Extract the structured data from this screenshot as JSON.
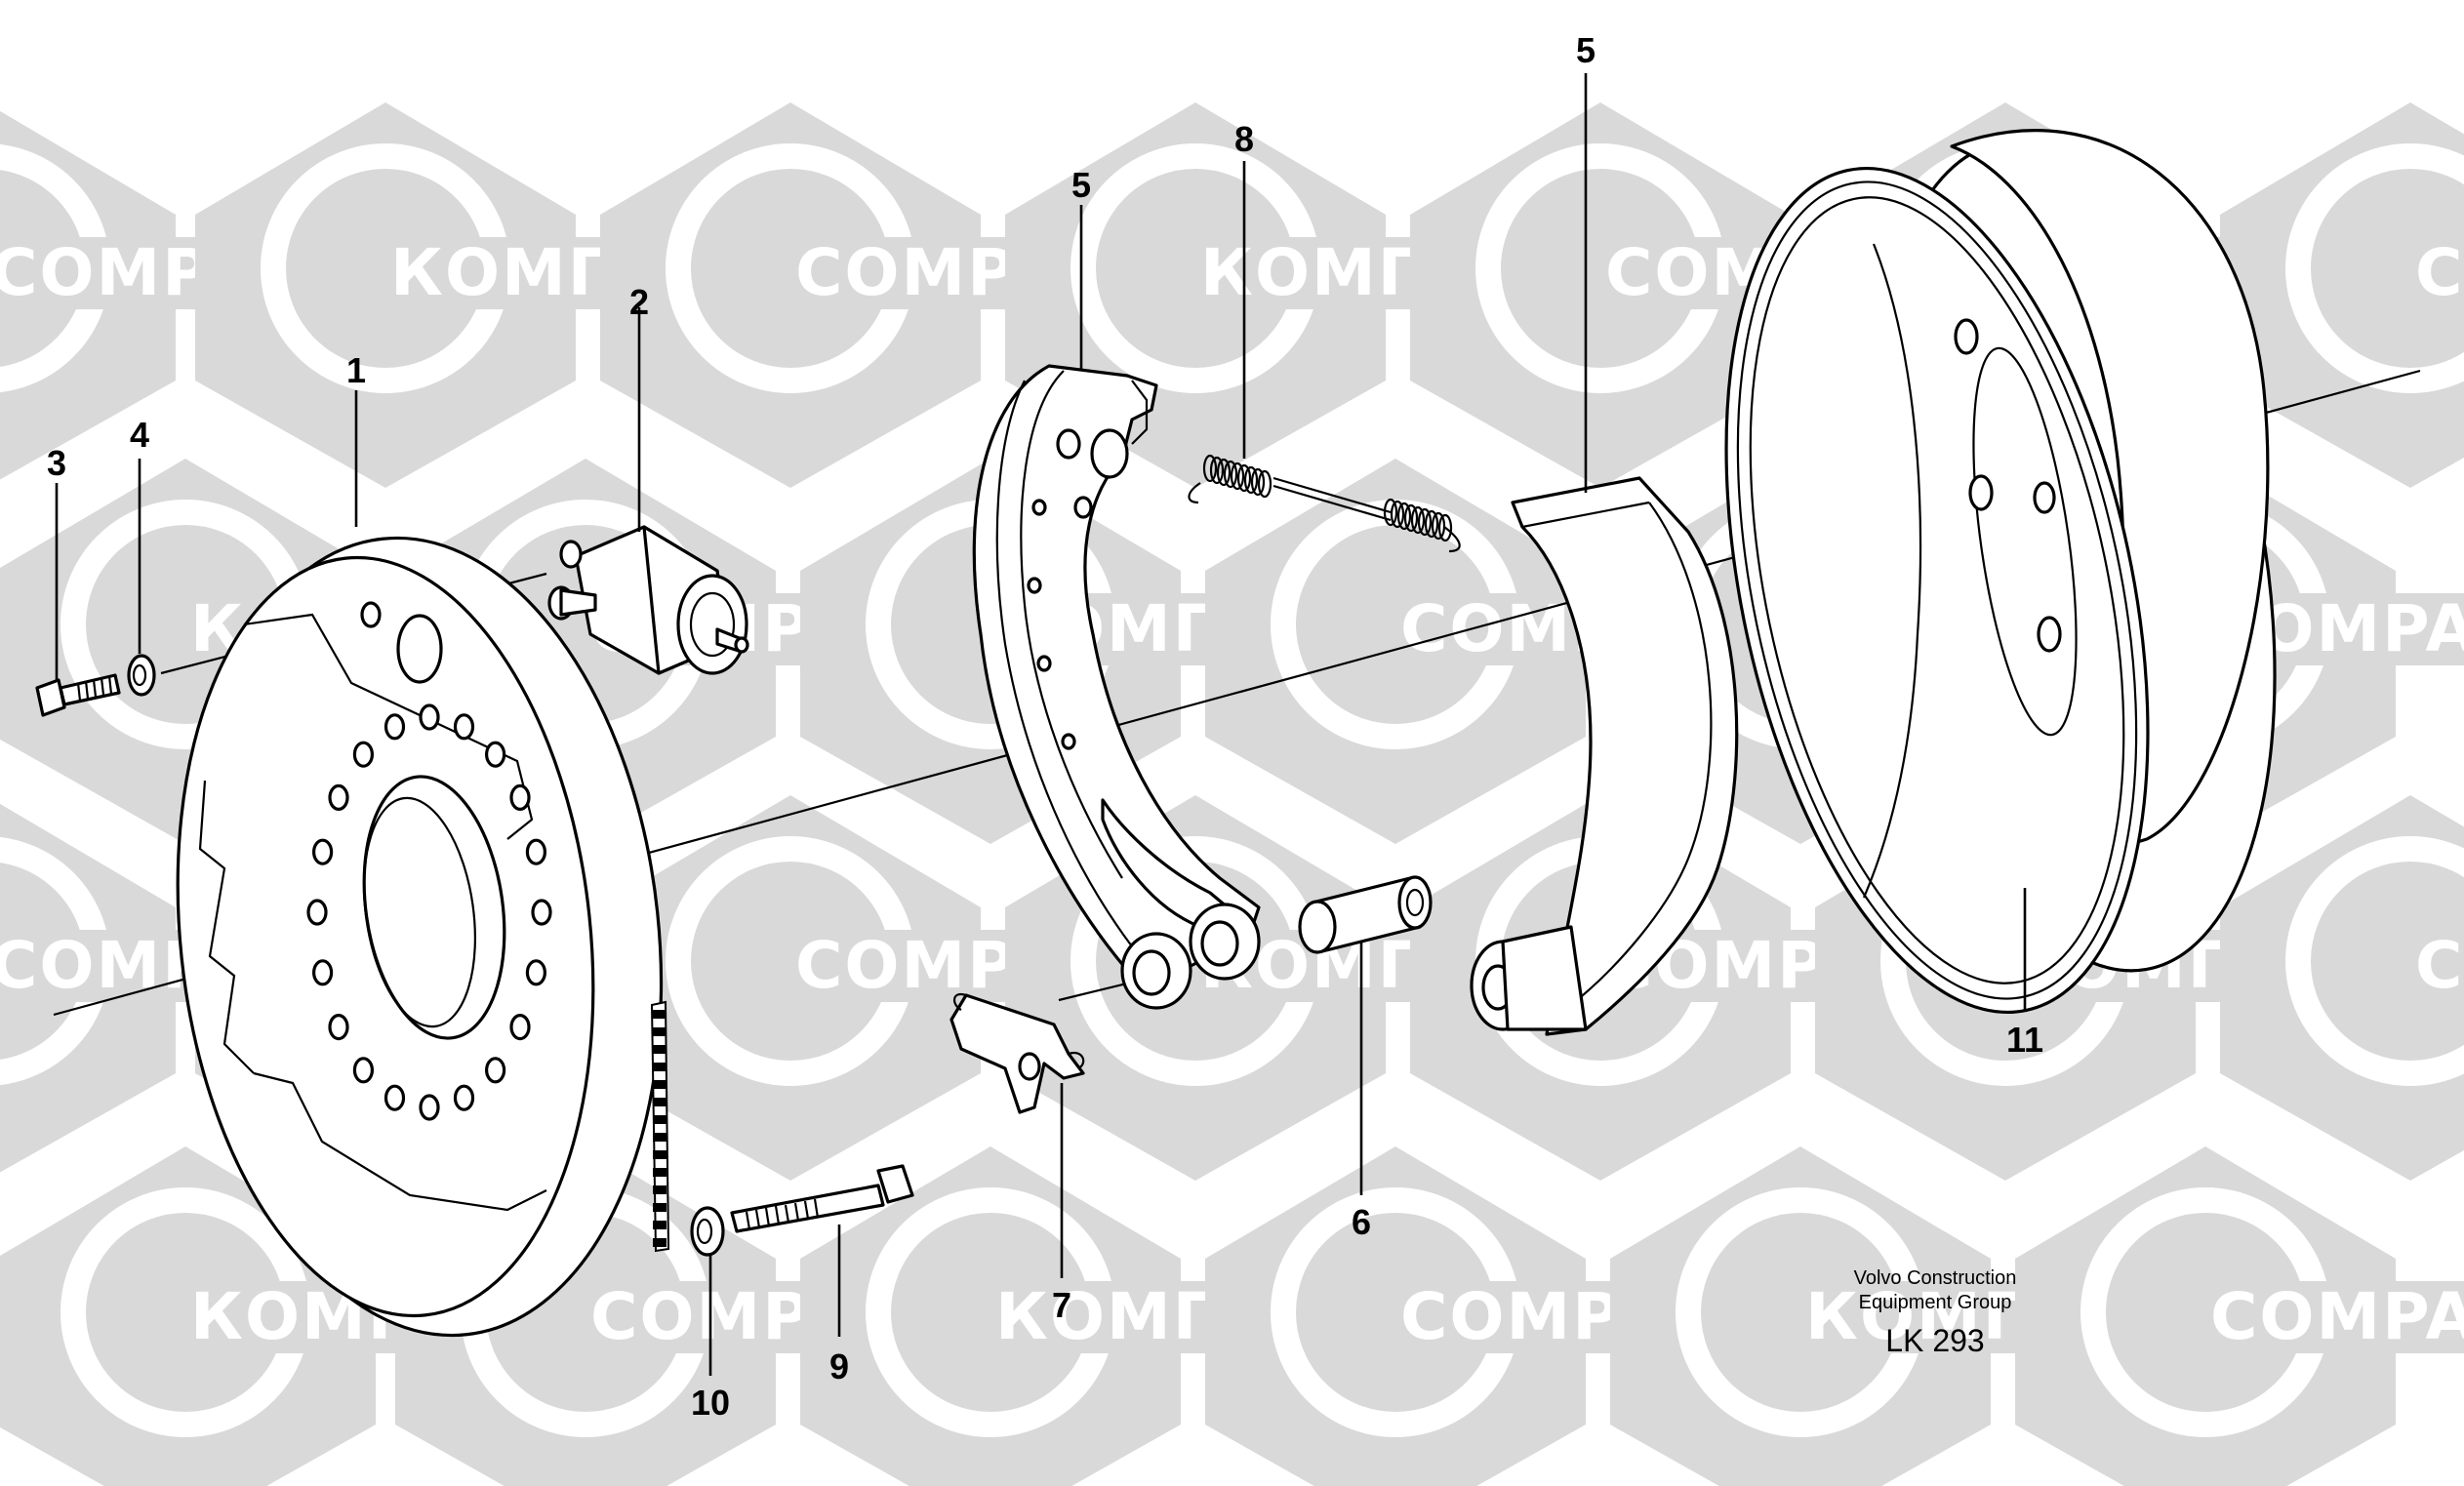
{
  "diagram": {
    "watermarks": {
      "latin": "COMPART",
      "cyrillic": "КОМПАРТ",
      "color": "#d9d9d9"
    },
    "callouts": [
      {
        "id": "1",
        "label": "1"
      },
      {
        "id": "2",
        "label": "2"
      },
      {
        "id": "3",
        "label": "3"
      },
      {
        "id": "4",
        "label": "4"
      },
      {
        "id": "5a",
        "label": "5"
      },
      {
        "id": "5b",
        "label": "5"
      },
      {
        "id": "6",
        "label": "6"
      },
      {
        "id": "7",
        "label": "7"
      },
      {
        "id": "8",
        "label": "8"
      },
      {
        "id": "9",
        "label": "9"
      },
      {
        "id": "10",
        "label": "10"
      },
      {
        "id": "11",
        "label": "11"
      }
    ],
    "footer": {
      "line1": "Volvo Construction",
      "line2": "Equipment Group",
      "code": "LK 293"
    }
  }
}
